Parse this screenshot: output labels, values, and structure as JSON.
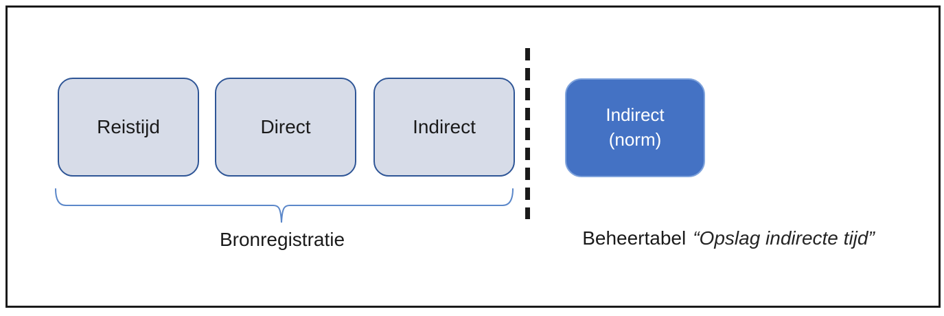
{
  "diagram": {
    "source_boxes": [
      {
        "label": "Reistijd"
      },
      {
        "label": "Direct"
      },
      {
        "label": "Indirect"
      }
    ],
    "source_caption": "Bronregistratie",
    "norm_box": {
      "line1": "Indirect",
      "line2": "(norm)"
    },
    "right_caption": {
      "prefix": "Beheertabel",
      "quoted": "“Opslag indirecte tijd”"
    }
  },
  "colors": {
    "frame_border": "#1a1a1a",
    "source_box_fill": "#d7dce8",
    "source_box_border": "#2e5596",
    "norm_box_fill": "#4472c4",
    "norm_box_border": "#7fa3dc",
    "norm_box_text": "#ffffff",
    "brace": "#5b87c9",
    "divider": "#1a1a1a",
    "text": "#1a1a1a"
  }
}
